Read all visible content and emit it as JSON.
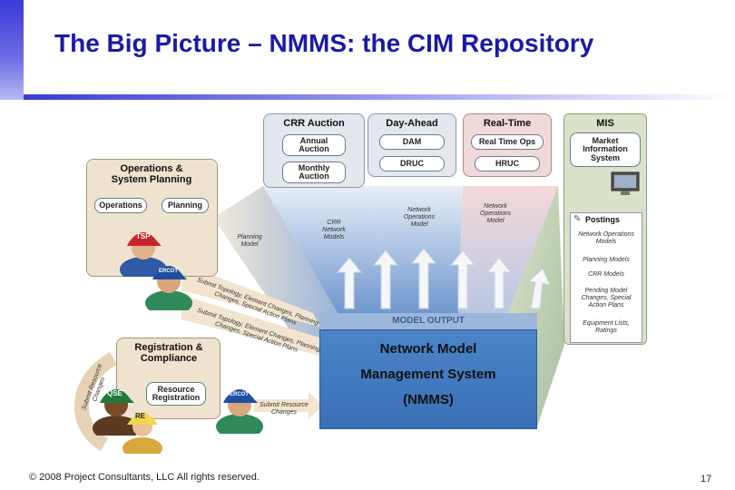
{
  "slide": {
    "title": "The Big Picture – NMMS: the CIM Repository",
    "footer": "© 2008 Project Consultants, LLC All rights reserved.",
    "page_number": "17"
  },
  "columns": {
    "crr": {
      "header": "CRR Auction",
      "items": [
        "Annual Auction",
        "Monthly Auction"
      ],
      "arrow_label": "CRR Network Models"
    },
    "dayahead": {
      "header": "Day-Ahead",
      "items": [
        "DAM",
        "DRUC"
      ],
      "arrow_label": "Network Operations Model"
    },
    "realtime": {
      "header": "Real-Time",
      "items": [
        "Real Time Ops",
        "HRUC"
      ],
      "arrow_label": "Network Operations Model"
    },
    "mis": {
      "header": "MIS",
      "item": "Market Information System"
    }
  },
  "postings": {
    "header": "Postings",
    "items": [
      "Network Operations Models",
      "Planning Models",
      "CRR Models",
      "Pending Model Changes, Special Action Plans",
      "Equipment Lists, Ratings"
    ]
  },
  "operations": {
    "header": "Operations & System Planning",
    "buttons": [
      "Operations",
      "Planning"
    ],
    "planning_model_label": "Planning Model",
    "flow1": "Submit Topology, Element Changes, Planning Changes, Special Action Plans",
    "flow2": "Submit Topology, Element Changes, Planning Changes, Special Action Plans"
  },
  "registration": {
    "header": "Registration & Compliance",
    "button": "Resource Registration",
    "submit_label": "Submit Resource Changes",
    "arc_label": "Submit Resource Changes"
  },
  "nmms": {
    "model_output": "MODEL OUTPUT",
    "line1": "Network Model",
    "line2": "Management System",
    "line3": "(NMMS)"
  },
  "hats": {
    "tsp": "TSP",
    "ercot1": "ERCOT",
    "ercot2": "ERCOT",
    "qse": "QSE",
    "re": "RE"
  },
  "colors": {
    "title": "#1a1aa6",
    "nmms": "#3b6fb5",
    "mis": "#d9e2c8",
    "hat_red": "#c8262c",
    "hat_green": "#1f7a3a"
  }
}
